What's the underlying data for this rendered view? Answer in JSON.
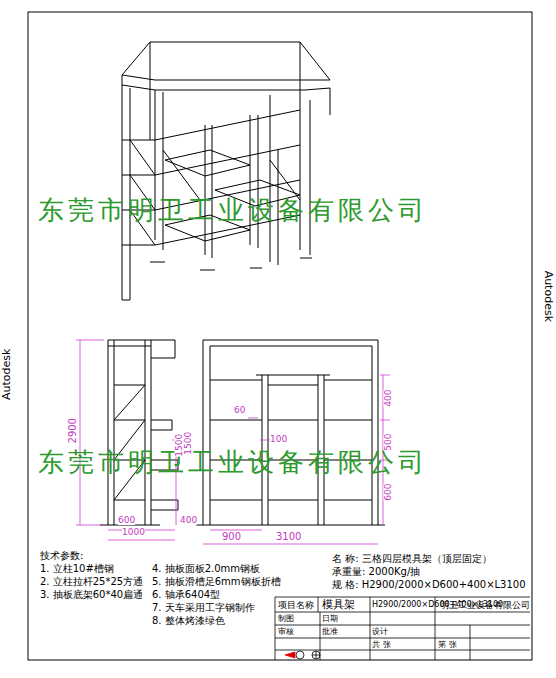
{
  "diagram": {
    "labels": [
      "东莞市明卫工业设备有限公司",
      "东莞市明卫工业设备有限公司",
      "2900",
      "1500",
      "600",
      "1000",
      "400",
      "60",
      "100",
      "1500",
      "400",
      "500",
      "600",
      "900",
      "3100",
      "技术参数:",
      "1. 立柱10#槽钢",
      "2. 立柱拉杆25*25方通",
      "3. 抽板底架60*40扁通",
      "4. 抽板面板2.0mm钢板",
      "5. 抽板滑槽足6mm钢板折槽",
      "6. 轴承6404型",
      "7. 天车采用工字钢制作",
      "8. 整体烤漆绿色",
      "名 称: 三格四层模具架（顶层固定）",
      "承重量: 2000Kg/抽",
      "规 格: H2900/2000×D600+400×L3100",
      "项目名称",
      "模具架",
      "H2900/2000×D600+400×L3100",
      "明卫工业设备有限公司",
      "制图",
      "日期",
      "审核",
      "批准",
      "设计",
      "共 张",
      "第 张",
      "Autodesk",
      "Autodesk"
    ]
  }
}
